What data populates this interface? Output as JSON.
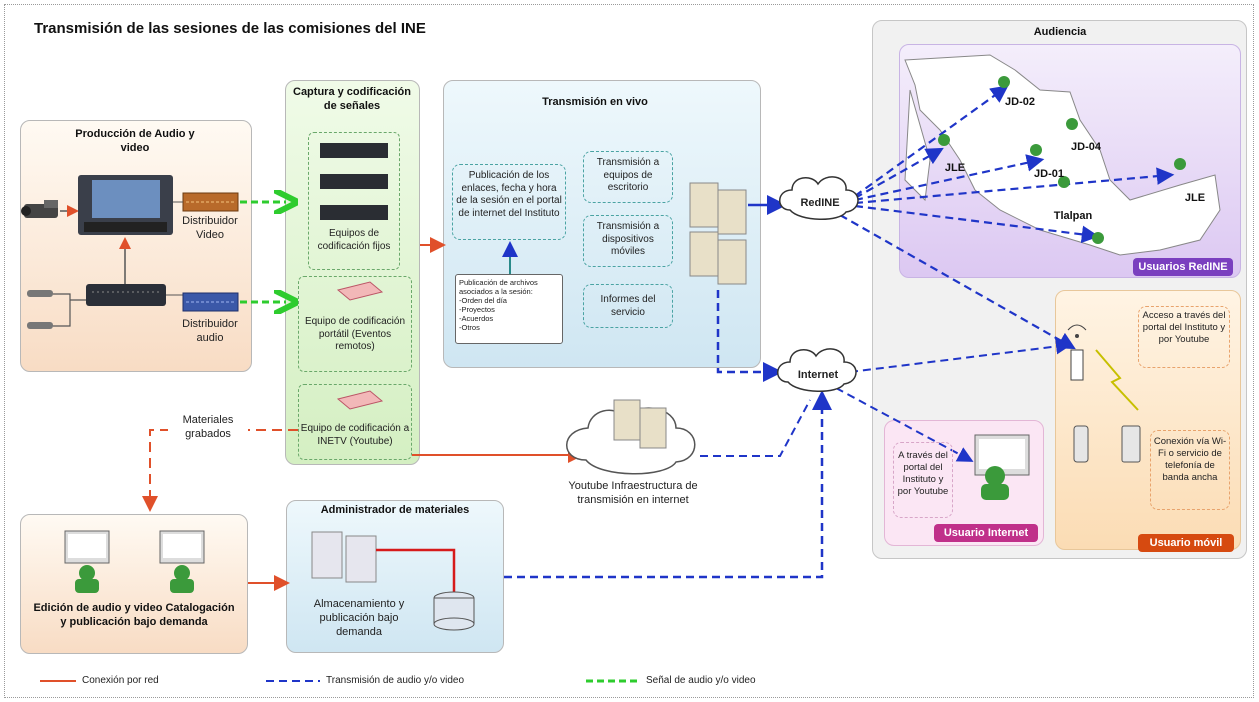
{
  "title": "Transmisión de las sesiones de las comisiones del INE",
  "produccion": {
    "title": "Producción de Audio y video",
    "dist_video": "Distribuidor Video",
    "dist_audio": "Distribuidor audio"
  },
  "captura": {
    "title": "Captura y codificación de señales",
    "fijos": "Equipos de codificación fijos",
    "portatil": "Equipo de codificación portátil (Eventos remotos)",
    "inetv": "Equipo de codificación a INETV (Youtube)"
  },
  "materiales_grabados": "Materiales grabados",
  "transmision": {
    "title": "Transmisión en vivo",
    "publicacion": "Publicación de los enlaces, fecha y hora de la sesión en el portal de internet del Instituto",
    "note_title": "Publicación de archivos asociados a la sesión:",
    "note_items": [
      "-Orden del día",
      "-Proyectos",
      "-Acuerdos",
      "-Otros"
    ],
    "escritorio": "Transmisión a equipos de escritorio",
    "moviles": "Transmisión a dispositivos móviles",
    "informes": "Informes del servicio"
  },
  "edicion": {
    "title": "Edición de audio y video Catalogación y publicación bajo demanda"
  },
  "admin": {
    "title": "Administrador de materiales",
    "almacen": "Almacenamiento y publicación bajo demanda"
  },
  "youtube": "Youtube Infraestructura de transmisión en internet",
  "clouds": {
    "redine": "RedINE",
    "internet": "Internet"
  },
  "audiencia": {
    "title": "Audiencia",
    "nodes": [
      "JD-02",
      "JLE",
      "JD-04",
      "JD-01",
      "Tlalpan",
      "JLE"
    ],
    "usuarios_redine": "Usuarios RedINE",
    "internet_text": "A través del portal del Instituto y por Youtube",
    "usuario_internet": "Usuario Internet",
    "movil_acceso": "Acceso a través del portal del Instituto y por Youtube",
    "movil_conexion": "Conexión vía Wi-Fi o servicio de telefonía de banda ancha",
    "usuario_movil": "Usuario móvil"
  },
  "legend": {
    "red": "Conexión por red",
    "blue": "Transmisión de audio y/o video",
    "green": "Señal de audio y/o video"
  },
  "colors": {
    "red_line": "#e0502a",
    "blue_line": "#1f35c8",
    "green_line": "#2ecc2e",
    "redine_badge": "#7a3fbf",
    "internet_badge": "#c0308a",
    "movil_badge": "#d64a10"
  }
}
